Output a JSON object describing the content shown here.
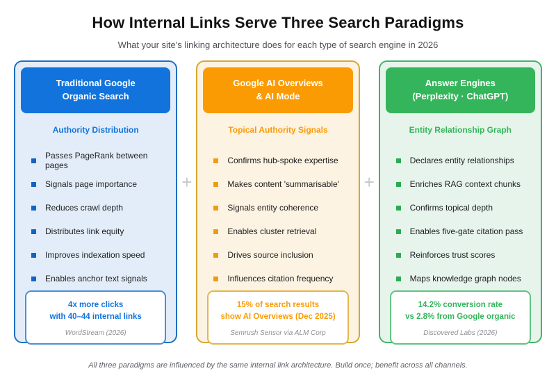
{
  "page": {
    "title": "How Internal Links Serve Three Search Paradigms",
    "subtitle": "What your site's linking architecture does for each type of search engine in 2026",
    "footer": "All three paradigms are influenced by the same internal link architecture. Build once; benefit across all channels.",
    "plus": "+"
  },
  "cards": [
    {
      "id": "traditional-google-organic-search",
      "title": "Traditional Google\nOrganic Search",
      "section_label": "Authority Distribution",
      "items": [
        "Passes PageRank between pages",
        "Signals page importance",
        "Reduces crawl depth",
        "Distributes link equity",
        "Improves indexation speed",
        "Enables anchor text signals"
      ],
      "stat": "4x more clicks\nwith 40–44 internal links",
      "source": "WordStream (2026)",
      "colors": {
        "accent": "#1273dc",
        "border": "#1e6fc0",
        "tint": "#e3edf9",
        "bullet": "#1263c5",
        "stat_border": "#4a8fd3"
      }
    },
    {
      "id": "google-ai-overviews-ai-mode",
      "title": "Google AI Overviews\n& AI Mode",
      "section_label": "Topical Authority Signals",
      "items": [
        "Confirms hub-spoke expertise",
        "Makes content 'summarisable'",
        "Signals entity coherence",
        "Enables cluster retrieval",
        "Drives source inclusion",
        "Influences citation frequency"
      ],
      "stat": "15% of search results\nshow AI Overviews (Dec 2025)",
      "source": "Semrush Sensor via ALM Corp",
      "colors": {
        "accent": "#fa9b04",
        "border": "#d9a62f",
        "tint": "#fdf3e2",
        "bullet": "#ef9c10",
        "stat_border": "#e5b54d"
      }
    },
    {
      "id": "answer-engines",
      "title": "Answer Engines\n(Perplexity · ChatGPT)",
      "section_label": "Entity Relationship Graph",
      "items": [
        "Declares entity relationships",
        "Enriches RAG context chunks",
        "Confirms topical depth",
        "Enables five-gate citation pass",
        "Reinforces trust scores",
        "Maps knowledge graph nodes"
      ],
      "stat": "14.2% conversion rate\nvs 2.8% from Google organic",
      "source": "Discovered Labs (2026)",
      "colors": {
        "accent": "#35b55b",
        "border": "#42b466",
        "tint": "#e7f4ec",
        "bullet": "#2bab51",
        "stat_border": "#63c283"
      }
    }
  ]
}
